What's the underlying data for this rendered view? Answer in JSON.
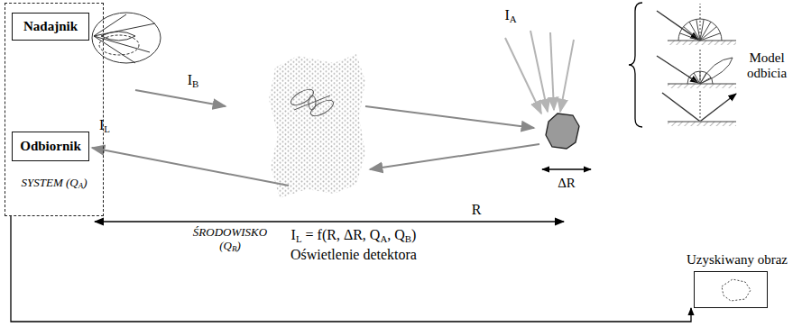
{
  "diagram": {
    "nodes": [
      {
        "text": [
          "SYSTEM (QA)"
        ]
      },
      {
        "text": [
          "Nadajnik"
        ],
        "in": 0
      },
      {
        "text": [
          "Odbiornik"
        ],
        "in": 0
      },
      {
        "text": [
          "Uzyskiwany obraz"
        ]
      }
    ],
    "edges": [
      {
        "from": 0,
        "to": 3,
        "arrow": "to"
      }
    ],
    "labels": [
      "IB",
      "IA",
      "IL",
      "R",
      "ΔR",
      "ŚRODOWISKO (QB)",
      "IL = f(R, ΔR, QA, QB)",
      "Oświetlenie detektora",
      "Model odbicia"
    ]
  }
}
